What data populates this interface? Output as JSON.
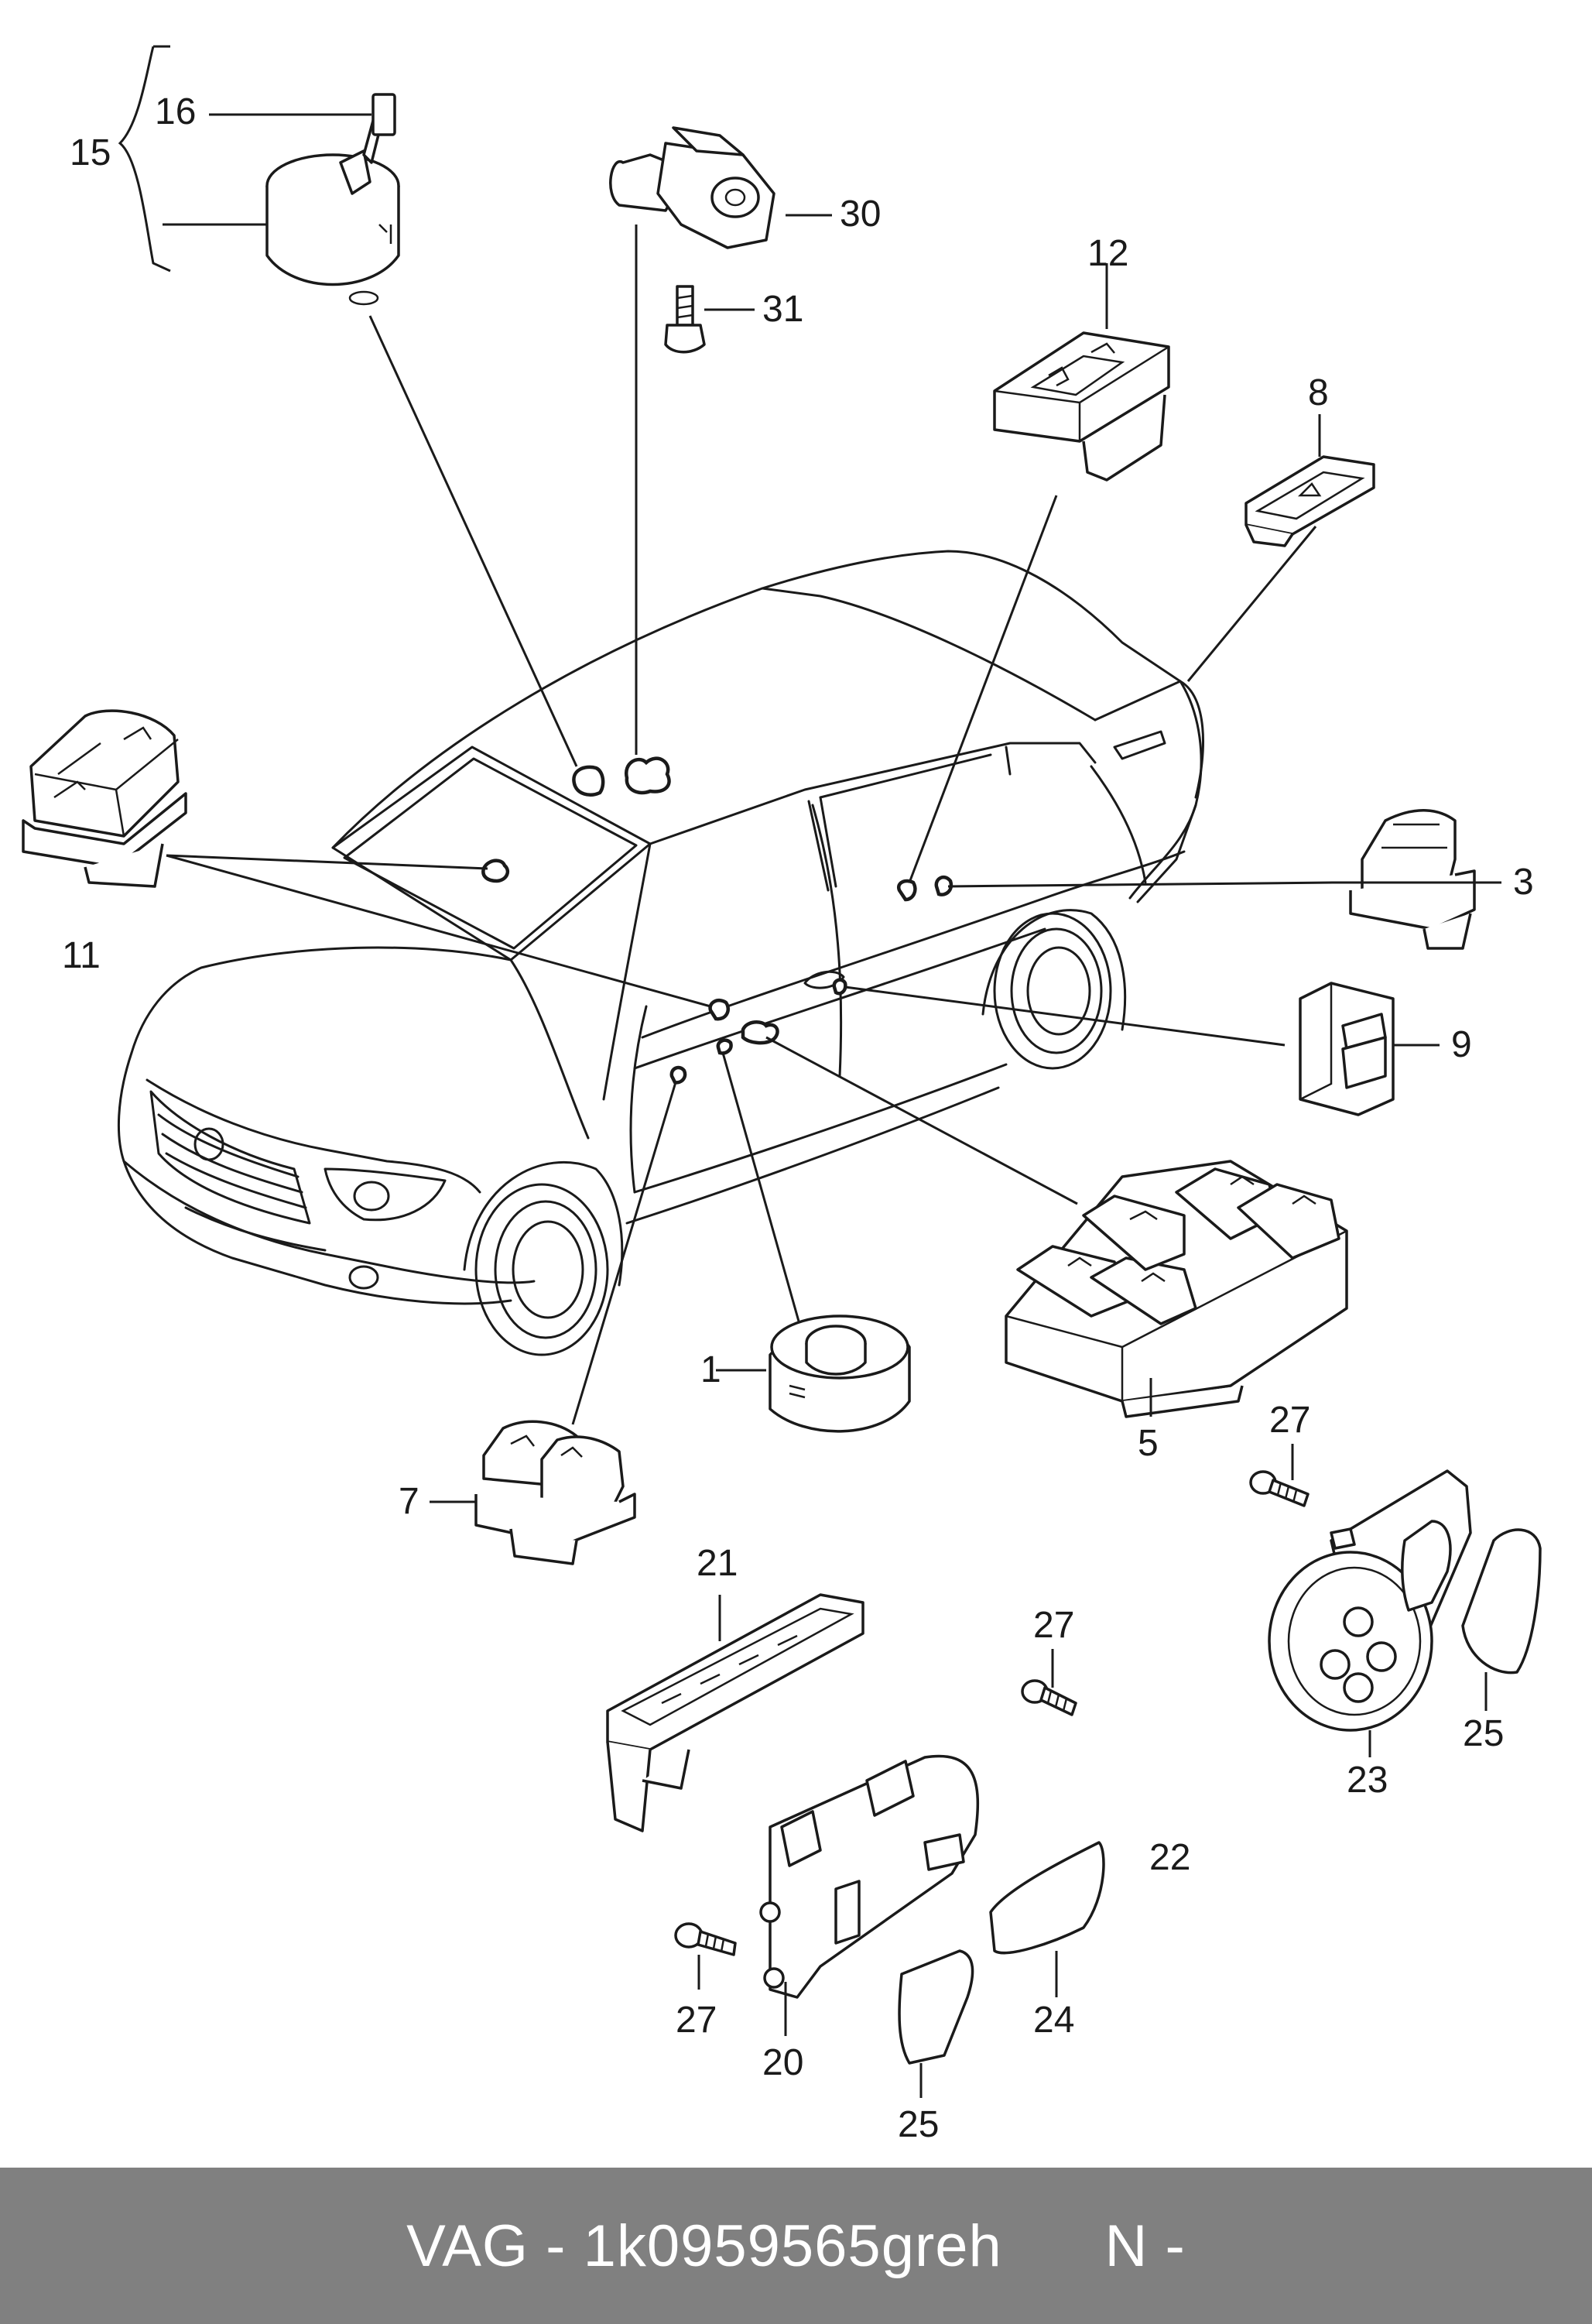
{
  "diagram": {
    "callouts": [
      {
        "id": "c15",
        "text": "15"
      },
      {
        "id": "c16",
        "text": "16"
      },
      {
        "id": "c30",
        "text": "30"
      },
      {
        "id": "c31",
        "text": "31"
      },
      {
        "id": "c12",
        "text": "12"
      },
      {
        "id": "c8",
        "text": "8"
      },
      {
        "id": "c11",
        "text": "11"
      },
      {
        "id": "c3",
        "text": "3"
      },
      {
        "id": "c9",
        "text": "9"
      },
      {
        "id": "c1",
        "text": "1"
      },
      {
        "id": "c5",
        "text": "5"
      },
      {
        "id": "c7",
        "text": "7"
      },
      {
        "id": "c27a",
        "text": "27"
      },
      {
        "id": "c21",
        "text": "21"
      },
      {
        "id": "c27b",
        "text": "27"
      },
      {
        "id": "c23",
        "text": "23"
      },
      {
        "id": "c25a",
        "text": "25"
      },
      {
        "id": "c22",
        "text": "22"
      },
      {
        "id": "c27c",
        "text": "27"
      },
      {
        "id": "c20",
        "text": "20"
      },
      {
        "id": "c24",
        "text": "24"
      },
      {
        "id": "c25b",
        "text": "25"
      }
    ]
  },
  "footer": {
    "brand": "VAG",
    "separator": "-",
    "part_number": "1k0959565greh",
    "suffix": "N -"
  },
  "colors": {
    "footer_background": "#808080",
    "footer_text": "#ffffff",
    "line_art": "#1a1a1a"
  }
}
